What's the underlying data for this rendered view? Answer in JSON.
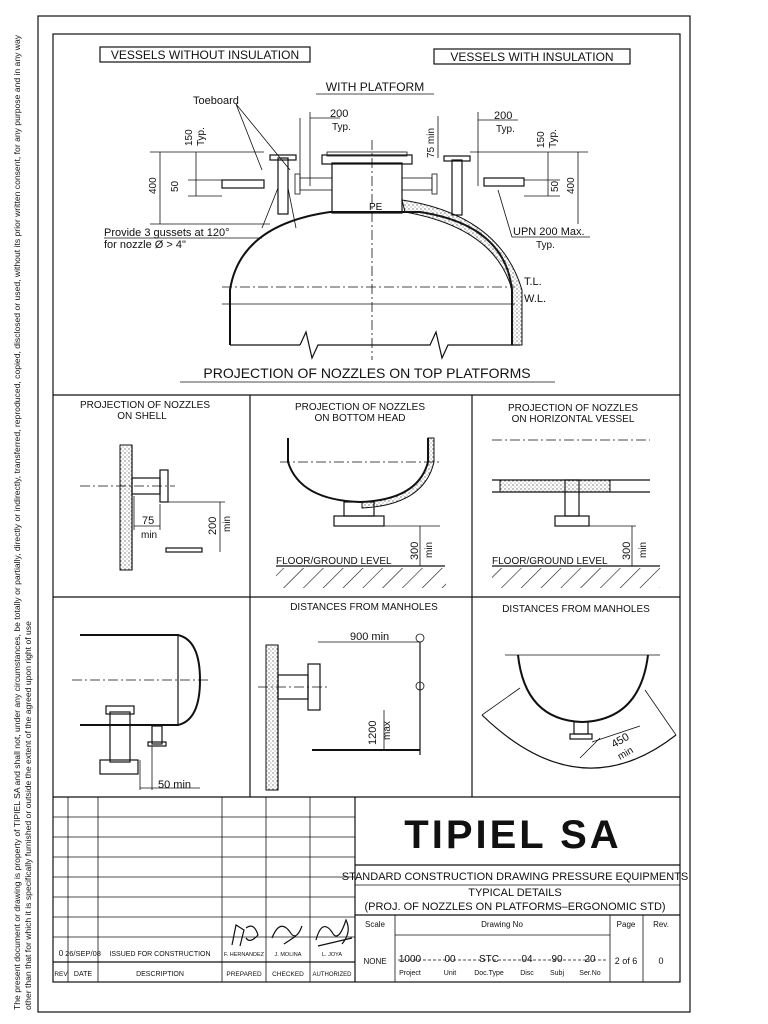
{
  "headings": {
    "without_insulation": "VESSELS WITHOUT INSULATION",
    "with_insulation": "VESSELS WITH INSULATION",
    "with_platform": "WITH PLATFORM",
    "top_title": "PROJECTION OF NOZZLES ON TOP PLATFORMS"
  },
  "top_annotations": {
    "toeboard": "Toeboard",
    "dim_200_left": "200",
    "typ_left": "Typ.",
    "dim_200_right": "200",
    "typ_right": "Typ.",
    "dim_150_left": "150",
    "typ_150_left": "Typ.",
    "dim_150_right": "150",
    "typ_150_right": "Typ.",
    "dim_400_left": "400",
    "dim_50_left": "50",
    "dim_400_right": "400",
    "dim_50_right": "50",
    "dim_75_min": "75 min",
    "pe": "PE",
    "gusset_line1": "Provide 3 gussets at 120°",
    "gusset_line2": "for nozzle Ø > 4\"",
    "upn": "UPN 200 Max.",
    "upn_typ": "Typ.",
    "tl": "T.L.",
    "wl": "W.L."
  },
  "panels": {
    "shell_title_1": "PROJECTION OF NOZZLES",
    "shell_title_2": "ON SHELL",
    "shell_dim_75": "75",
    "shell_min_75": "min",
    "shell_dim_200": "200",
    "shell_min_200": "min",
    "bottom_title_1": "PROJECTION OF NOZZLES",
    "bottom_title_2": "ON BOTTOM HEAD",
    "bottom_floor": "FLOOR/GROUND LEVEL",
    "bottom_dim_300": "300",
    "bottom_min_300": "min",
    "horiz_title_1": "PROJECTION OF NOZZLES",
    "horiz_title_2": "ON HORIZONTAL VESSEL",
    "horiz_floor": "FLOOR/GROUND LEVEL",
    "horiz_dim_300": "300",
    "horiz_min_300": "min",
    "horiz2_dim_50": "50 min",
    "manhole1_title": "DISTANCES FROM MANHOLES",
    "manhole1_dim_900": "900 min",
    "manhole1_dim_1200": "1200",
    "manhole1_max": "max",
    "manhole2_title": "DISTANCES FROM MANHOLES",
    "manhole2_dim_450": "450",
    "manhole2_min": "min"
  },
  "title_block": {
    "company": "TIPIEL SA",
    "description": "STANDARD CONSTRUCTION DRAWING PRESSURE EQUIPMENTS",
    "sub1": "TYPICAL DETAILS",
    "sub2": "(PROJ. OF NOZZLES ON PLATFORMS–ERGONOMIC STD)",
    "scale_label": "Scale",
    "scale_value": "NONE",
    "drawing_no_label": "Drawing No",
    "page_label": "Page",
    "page_value": "2 of 6",
    "rev_label": "Rev.",
    "rev_value": "0",
    "codes": [
      {
        "value": "1000",
        "label": "Project"
      },
      {
        "value": "00",
        "label": "Unit"
      },
      {
        "value": "STC",
        "label": "Doc.Type"
      },
      {
        "value": "04",
        "label": "Disc"
      },
      {
        "value": "90",
        "label": "Subj"
      },
      {
        "value": "20",
        "label": "Ser.No"
      }
    ]
  },
  "revision_table": {
    "headers": [
      "REV",
      "DATE",
      "DESCRIPTION",
      "PREPARED",
      "CHECKED",
      "AUTHORIZED"
    ],
    "row": [
      "0",
      "26/SEP/08",
      "ISSUED FOR CONSTRUCTION",
      "F. HERNANDEZ",
      "J. MOLINA",
      "L. JOYA"
    ]
  },
  "side_note": "The present document or drawing is property of TIPIEL SA and shall not, under any circumstances, be totally or partially, directly or indirectly, transferred, reproduced, copied, disclosed or used, without its prior written consent, for any purpose and in any way other than that for which it is specifically furnished or outside the extent of the agreed upon right of use"
}
